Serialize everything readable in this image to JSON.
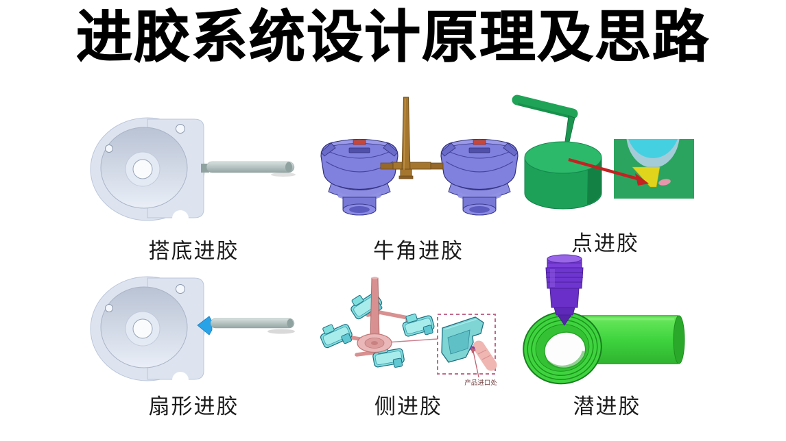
{
  "title": "进胶系统设计原理及思路",
  "gates": [
    {
      "label": "搭底进胶"
    },
    {
      "label": "牛角进胶"
    },
    {
      "label": "点进胶"
    },
    {
      "label": "扇形进胶"
    },
    {
      "label": "侧进胶",
      "inset_note": "产品进口处"
    },
    {
      "label": "潜进胶"
    }
  ],
  "palette": {
    "bg": "#ffffff",
    "title_color": "#000000",
    "label_color": "#1c1c1c",
    "gray_part": "#dde4f0",
    "rod_gray": "#aebfbd",
    "blue_fan": "#29a3e8",
    "purple_part": "#8080de",
    "brown_runner": "#a5762e",
    "green_part": "#1da158",
    "inset_green": "#2aa45e",
    "cyan_dome": "#45d0e2",
    "yellow_tip": "#e0d51c",
    "pink_spot": "#e596aa",
    "arrow_red": "#c42222",
    "pink_runner": "#d89090",
    "teal_part": "#7fdede",
    "dashed_pink": "#c06a8a",
    "bright_green": "#3fd43f",
    "deep_purple": "#6f35d0"
  }
}
